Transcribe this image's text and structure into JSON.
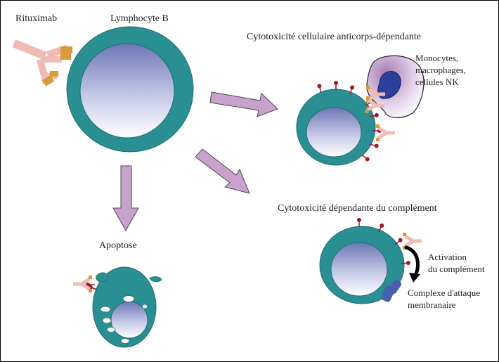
{
  "labels": {
    "rituximab": "Rituximab",
    "lymphocyte": "Lymphocyte B",
    "adcc": "Cytotoxicité cellulaire anticorps-dépendante",
    "effectors_1": "Monocytes,",
    "effectors_2": "macrophages,",
    "effectors_3": "cellules NK",
    "cdc": "Cytotoxicité dépendante du complément",
    "apoptosis": "Apoptose",
    "activation_1": "Activation",
    "activation_2": "du complément",
    "mac_1": "Complexe d'attaque",
    "mac_2": "membranaire"
  },
  "colors": {
    "cell_teal": "#2a8f93",
    "cell_teal_dark": "#1c6d72",
    "nucleus_top": "#6f79b8",
    "nucleus_bottom": "#ffffff",
    "arrow_fill": "#c7a3cc",
    "antibody_fc": "#efbcb5",
    "antibody_tip": "#d89a3a",
    "receptor": "#a01828",
    "effector_outer": "#c9a6cf",
    "effector_inner": "#2c3f99",
    "mac_blue": "#4a5fad"
  },
  "icons": {
    "antibody": "y-shaped-antibody-icon",
    "receptor": "cd20-receptor-icon",
    "complement": "curved-black-arrow-icon"
  }
}
